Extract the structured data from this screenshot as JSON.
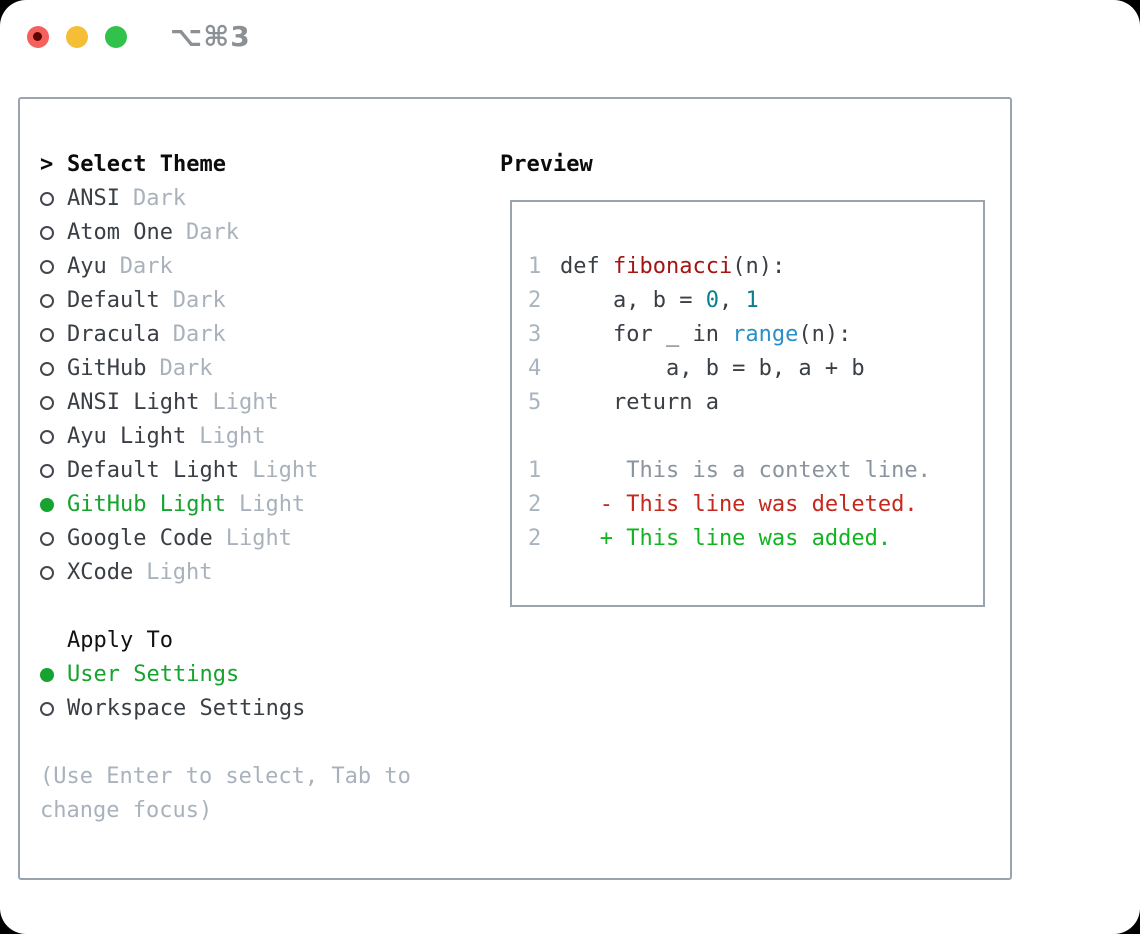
{
  "window": {
    "title": "⌥⌘3",
    "traffic_lights": [
      "close",
      "minimize",
      "zoom"
    ]
  },
  "colors": {
    "selected_green": "#16a32f",
    "text_dark": "#3a3f45",
    "muted_gray": "#a9b2bc",
    "border_gray": "#9aa4af",
    "function_red": "#a31414",
    "number_teal": "#0b7f8c",
    "builtin_blue": "#2a8fc9",
    "context_gray": "#8a939e",
    "deleted_red": "#c5281c",
    "added_green": "#12b422",
    "light_red": "#f4605b",
    "light_yellow": "#f6bd36",
    "light_green": "#30c24b"
  },
  "theme_panel": {
    "prompt": ">",
    "header": "Select Theme",
    "items": [
      {
        "label": "ANSI",
        "variant": "Dark",
        "selected": false
      },
      {
        "label": "Atom One",
        "variant": "Dark",
        "selected": false
      },
      {
        "label": "Ayu",
        "variant": "Dark",
        "selected": false
      },
      {
        "label": "Default",
        "variant": "Dark",
        "selected": false
      },
      {
        "label": "Dracula",
        "variant": "Dark",
        "selected": false
      },
      {
        "label": "GitHub",
        "variant": "Dark",
        "selected": false
      },
      {
        "label": "ANSI Light",
        "variant": "Light",
        "selected": false
      },
      {
        "label": "Ayu Light",
        "variant": "Light",
        "selected": false
      },
      {
        "label": "Default Light",
        "variant": "Light",
        "selected": false
      },
      {
        "label": "GitHub Light",
        "variant": "Light",
        "selected": true
      },
      {
        "label": "Google Code",
        "variant": "Light",
        "selected": false
      },
      {
        "label": "XCode",
        "variant": "Light",
        "selected": false
      }
    ],
    "apply_header": "Apply To",
    "apply_items": [
      {
        "label": "User Settings",
        "selected": true
      },
      {
        "label": "Workspace Settings",
        "selected": false
      }
    ],
    "hint_line1": "(Use Enter to select, Tab to",
    "hint_line2": "change focus)"
  },
  "preview": {
    "header": "Preview",
    "code_lines": [
      {
        "num": "1",
        "tokens": [
          {
            "t": "def ",
            "s": "plain"
          },
          {
            "t": "fibonacci",
            "s": "function"
          },
          {
            "t": "(n):",
            "s": "plain"
          }
        ]
      },
      {
        "num": "2",
        "tokens": [
          {
            "t": "    a, b = ",
            "s": "plain"
          },
          {
            "t": "0",
            "s": "number"
          },
          {
            "t": ", ",
            "s": "plain"
          },
          {
            "t": "1",
            "s": "number"
          }
        ]
      },
      {
        "num": "3",
        "tokens": [
          {
            "t": "    for _ in ",
            "s": "plain"
          },
          {
            "t": "range",
            "s": "builtin"
          },
          {
            "t": "(n):",
            "s": "plain"
          }
        ]
      },
      {
        "num": "4",
        "tokens": [
          {
            "t": "        a, b = b, a + b",
            "s": "plain"
          }
        ]
      },
      {
        "num": "5",
        "tokens": [
          {
            "t": "    return a",
            "s": "plain"
          }
        ]
      },
      {
        "num": "",
        "tokens": []
      },
      {
        "num": "1",
        "tokens": [
          {
            "t": "     This is a context line.",
            "s": "context"
          }
        ]
      },
      {
        "num": "2",
        "tokens": [
          {
            "t": "   - This line was deleted.",
            "s": "deleted"
          }
        ]
      },
      {
        "num": "2",
        "tokens": [
          {
            "t": "   + This line was added.",
            "s": "added"
          }
        ]
      }
    ]
  }
}
